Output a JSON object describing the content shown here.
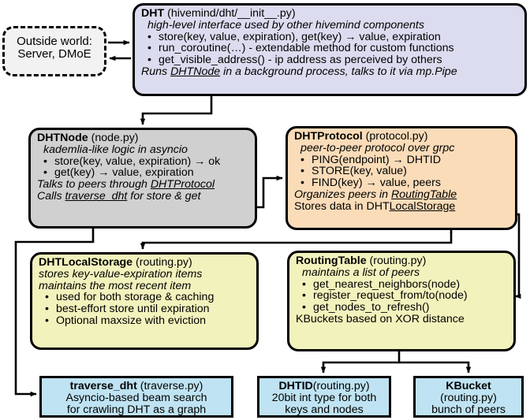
{
  "diagram": {
    "title": "hivemind DHT architecture",
    "colors": {
      "lavender": "#dcdcf0",
      "grey": "#d0d0d0",
      "peach": "#fadcb9",
      "yellow": "#f2f2bd",
      "blue": "#bfe3f2",
      "outline": "#000000"
    }
  },
  "outside_world": {
    "line1": "Outside world:",
    "line2": "Server, DMoE"
  },
  "dht": {
    "name": "DHT",
    "file": "(hivemind/dht/__init__.py)",
    "subtitle": "high-level interface used by other hivemind components",
    "bullets": [
      "store(key, value, expiration), get(key) → value, expiration",
      "run_coroutine(…) - extendable method for custom functions",
      "get_visible_address() - ip address as perceived by others"
    ],
    "footer_pre": "Runs ",
    "footer_link": "DHTNode",
    "footer_post": " in a background process, talks to it via mp.Pipe"
  },
  "dhtnode": {
    "name": "DHTNode",
    "file": "(node.py)",
    "subtitle": "kademlia-like logic in asyncio",
    "bullets": [
      "store(key, value, expiration) → ok",
      "get(key) → value, expiration"
    ],
    "footer1_pre": "Talks to peers through ",
    "footer1_link": "DHTProtocol",
    "footer2_pre": "Calls ",
    "footer2_link": "traverse_dht",
    "footer2_post": " for store & get"
  },
  "dhtprotocol": {
    "name": "DHTProtocol",
    "file": "(protocol.py)",
    "subtitle": "peer-to-peer protocol over grpc",
    "bullets": [
      "PING(endpoint) → DHTID",
      "STORE(key, value)",
      "FIND(key) → value, peers"
    ],
    "footer1_pre": "Organizes peers in ",
    "footer1_link": "RoutingTable",
    "footer2_pre": "Stores data in DHT",
    "footer2_link": "LocalStorage"
  },
  "dhtlocalstorage": {
    "name": "DHTLocalStorage",
    "file": "(routing.py)",
    "subtitle1": "stores key-value-expiration items",
    "subtitle2": "maintains the most recent item",
    "bullets": [
      "used for both storage & caching",
      "best-effort store until expiration",
      "Optional maxsize with eviction"
    ]
  },
  "routingtable": {
    "name": "RoutingTable",
    "file": "(routing.py)",
    "subtitle": "maintains a list of peers",
    "bullets": [
      "get_nearest_neighbors(node)",
      "register_request_from/to(node)",
      "get_nodes_to_refresh()"
    ],
    "footer": "KBuckets based on XOR distance"
  },
  "traverse_dht": {
    "name": "traverse_dht",
    "file": "(traverse.py)",
    "line2": "Asyncio-based beam search",
    "line3": "for crawling DHT as a graph"
  },
  "dhtid": {
    "name": "DHTID",
    "file": "(routing.py)",
    "line2": "20bit int type for both",
    "line3": "keys and nodes"
  },
  "kbucket": {
    "name": "KBucket",
    "file": "(routing.py)",
    "line3": "bunch of peers"
  }
}
